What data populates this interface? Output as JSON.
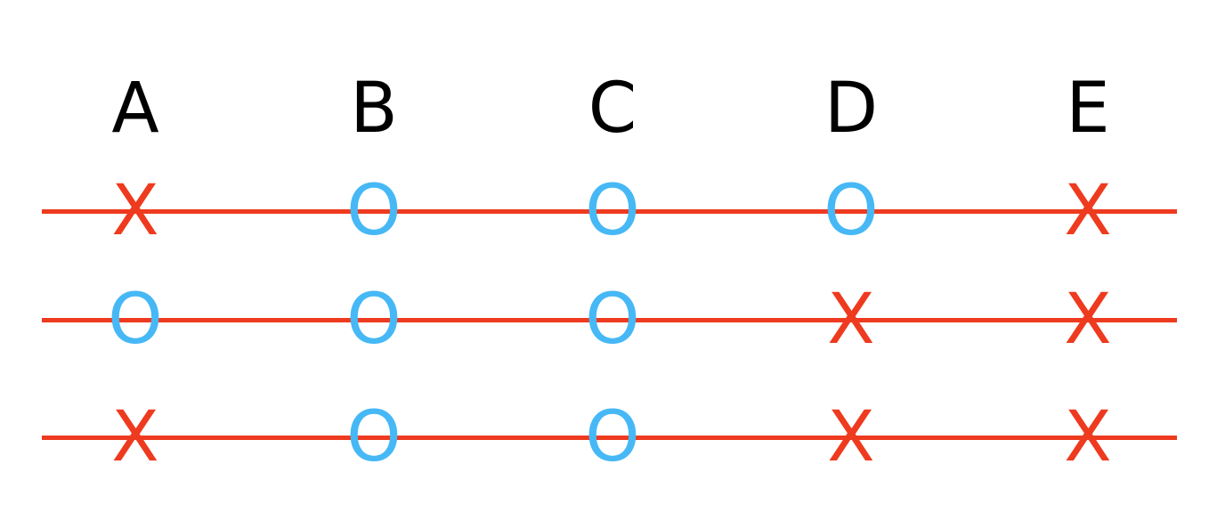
{
  "columns": [
    "A",
    "B",
    "C",
    "D",
    "E"
  ],
  "rows": [
    [
      "X",
      "O",
      "O",
      "O",
      "X"
    ],
    [
      "O",
      "O",
      "O",
      "X",
      "X"
    ],
    [
      "X",
      "O",
      "O",
      "X",
      "X"
    ]
  ],
  "colors": {
    "line": "#ee3a1e",
    "x_mark": "#ee3a1e",
    "o_mark": "#46b8f5",
    "header": "#000000"
  }
}
